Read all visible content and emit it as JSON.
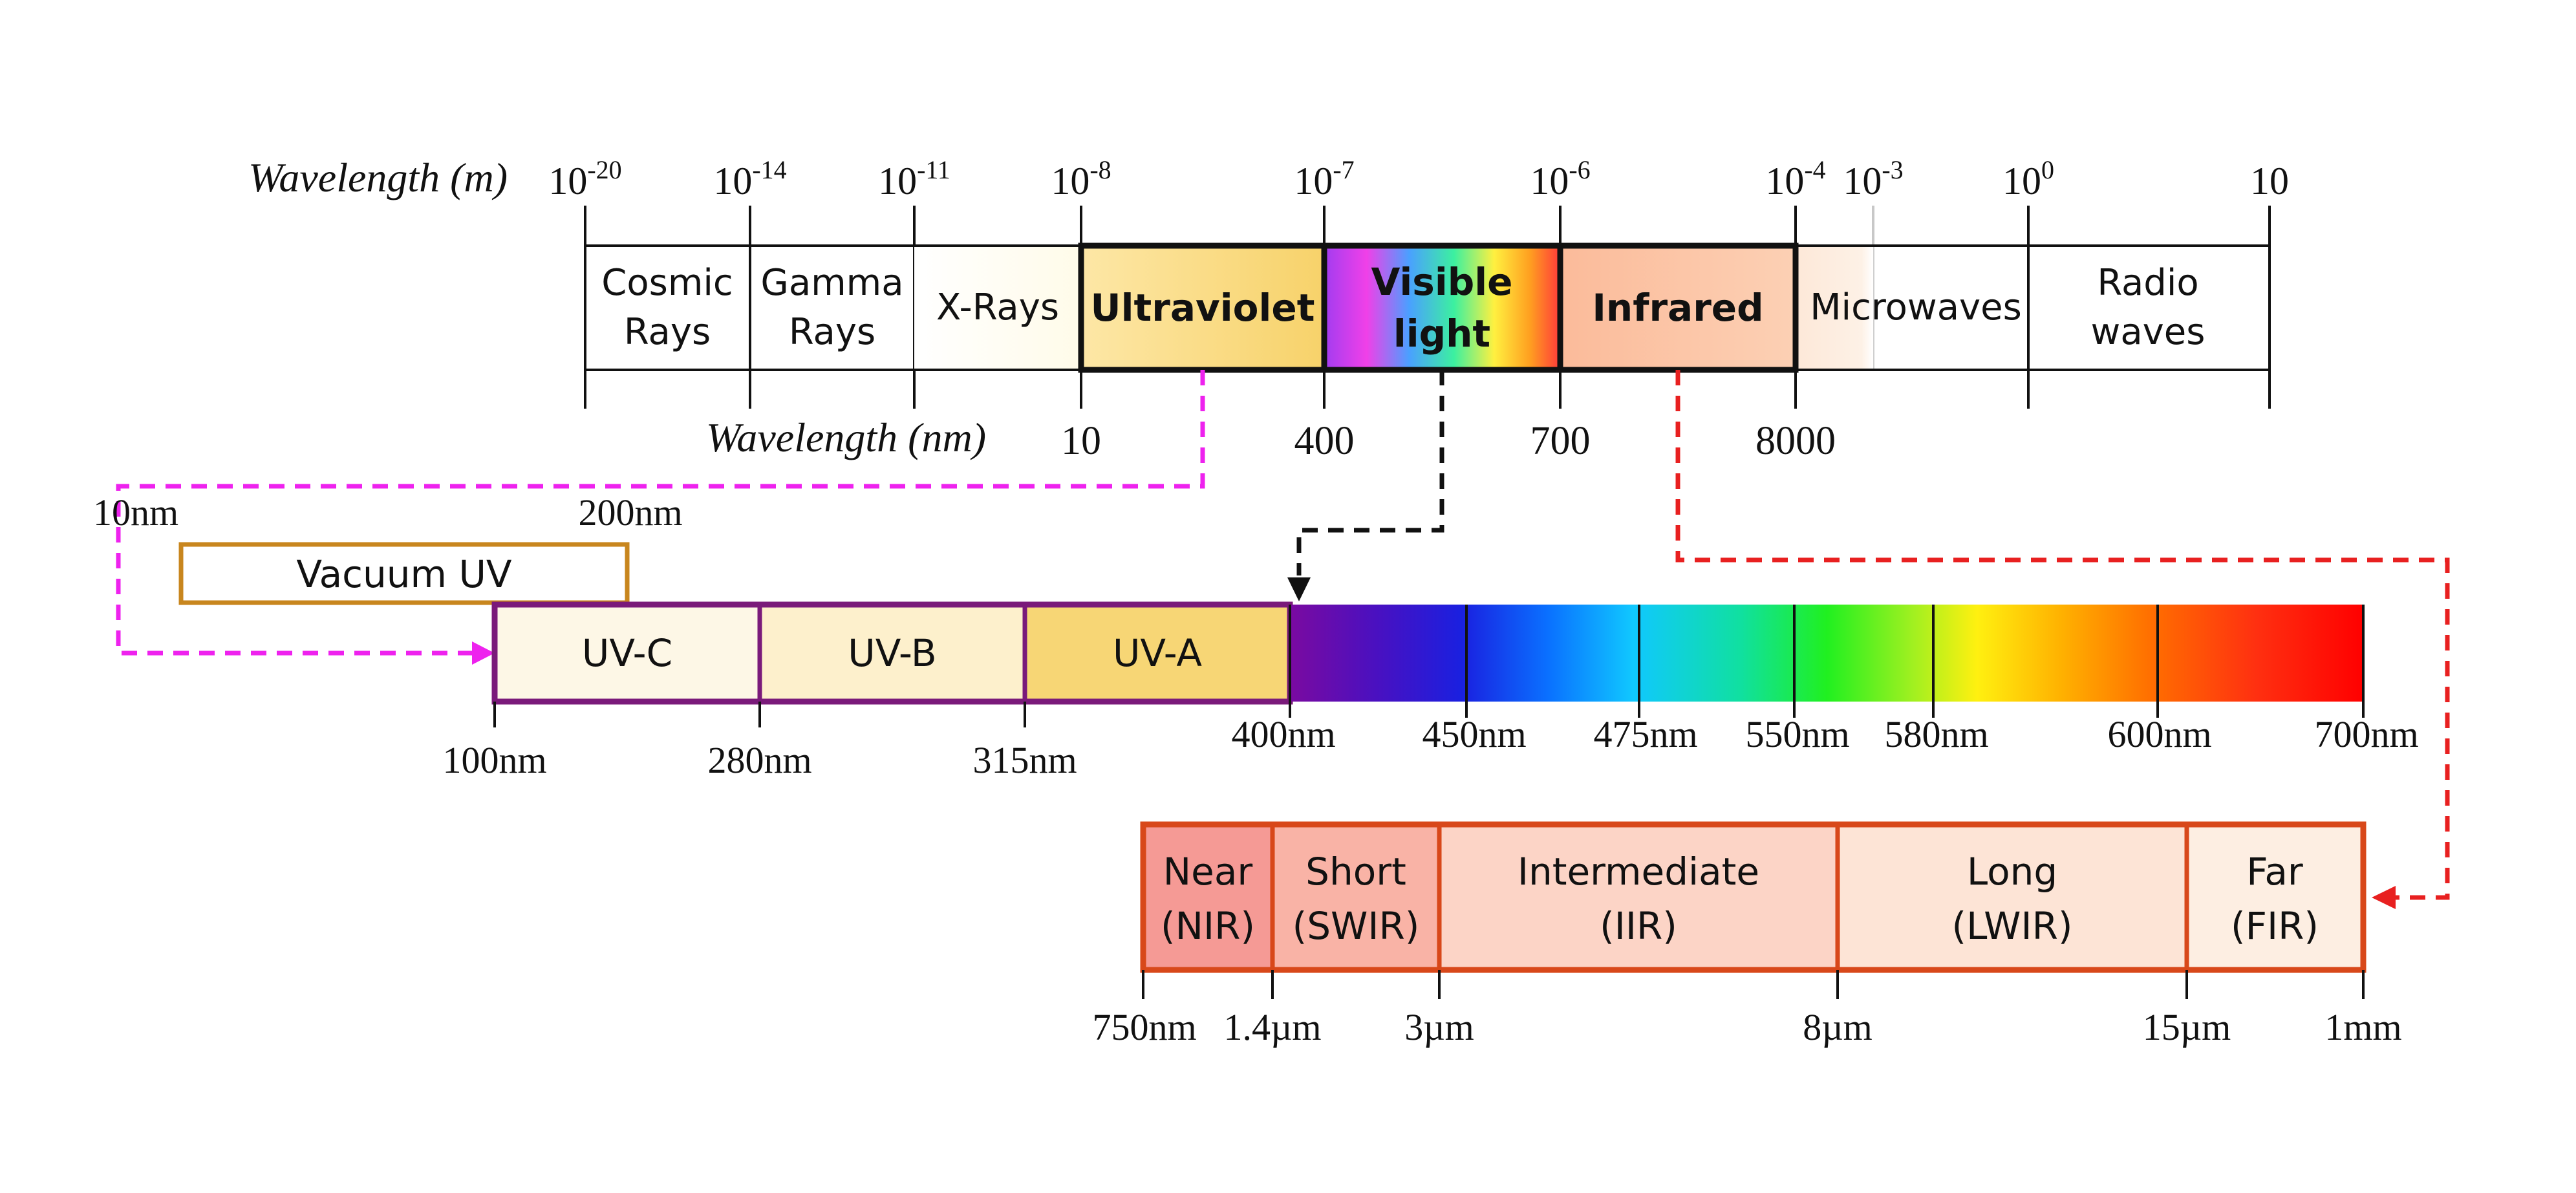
{
  "top_axis": {
    "label": "Wavelength (m)",
    "ticks": [
      {
        "base": "10",
        "exp": "-20"
      },
      {
        "base": "10",
        "exp": "-14"
      },
      {
        "base": "10",
        "exp": "-11"
      },
      {
        "base": "10",
        "exp": "-8"
      },
      {
        "base": "10",
        "exp": "-7"
      },
      {
        "base": "10",
        "exp": "-6"
      },
      {
        "base": "10",
        "exp": "-4"
      },
      {
        "base": "10",
        "exp": "-3"
      },
      {
        "base": "10",
        "exp": "0"
      },
      {
        "base": "10",
        "exp": ""
      }
    ]
  },
  "spectrum_bands": [
    {
      "line1": "Cosmic",
      "line2": "Rays"
    },
    {
      "line1": "Gamma",
      "line2": "Rays"
    },
    {
      "line1": "X-Rays",
      "line2": ""
    },
    {
      "line1": "Ultraviolet",
      "line2": ""
    },
    {
      "line1": "Visible",
      "line2": "light"
    },
    {
      "line1": "Infrared",
      "line2": ""
    },
    {
      "line1": "Microwaves",
      "line2": ""
    },
    {
      "line1": "Radio",
      "line2": "waves"
    }
  ],
  "nm_axis": {
    "label": "Wavelength (nm)",
    "ticks": [
      "10",
      "400",
      "700",
      "8000"
    ]
  },
  "vacuum_uv": {
    "label": "Vacuum UV",
    "start": "10nm",
    "end": "200nm"
  },
  "uv_bands": [
    "UV-C",
    "UV-B",
    "UV-A"
  ],
  "uv_ticks": [
    "100nm",
    "280nm",
    "315nm"
  ],
  "visible_ticks": [
    "400nm",
    "450nm",
    "475nm",
    "550nm",
    "580nm",
    "600nm",
    "700nm"
  ],
  "ir_bands": [
    {
      "line1": "Near",
      "line2": "(NIR)"
    },
    {
      "line1": "Short",
      "line2": "(SWIR)"
    },
    {
      "line1": "Intermediate",
      "line2": "(IIR)"
    },
    {
      "line1": "Long",
      "line2": "(LWIR)"
    },
    {
      "line1": "Far",
      "line2": "(FIR)"
    }
  ],
  "ir_ticks": [
    "750nm",
    "1.4µm",
    "3µm",
    "8µm",
    "15µm",
    "1mm"
  ],
  "colors": {
    "uv_connector": "#ee22ee",
    "visible_connector": "#111111",
    "ir_connector": "#e82020",
    "vacuum_uv_border": "#c8861e",
    "uv_border": "#7a1a7a",
    "ir_border": "#d8481a"
  }
}
